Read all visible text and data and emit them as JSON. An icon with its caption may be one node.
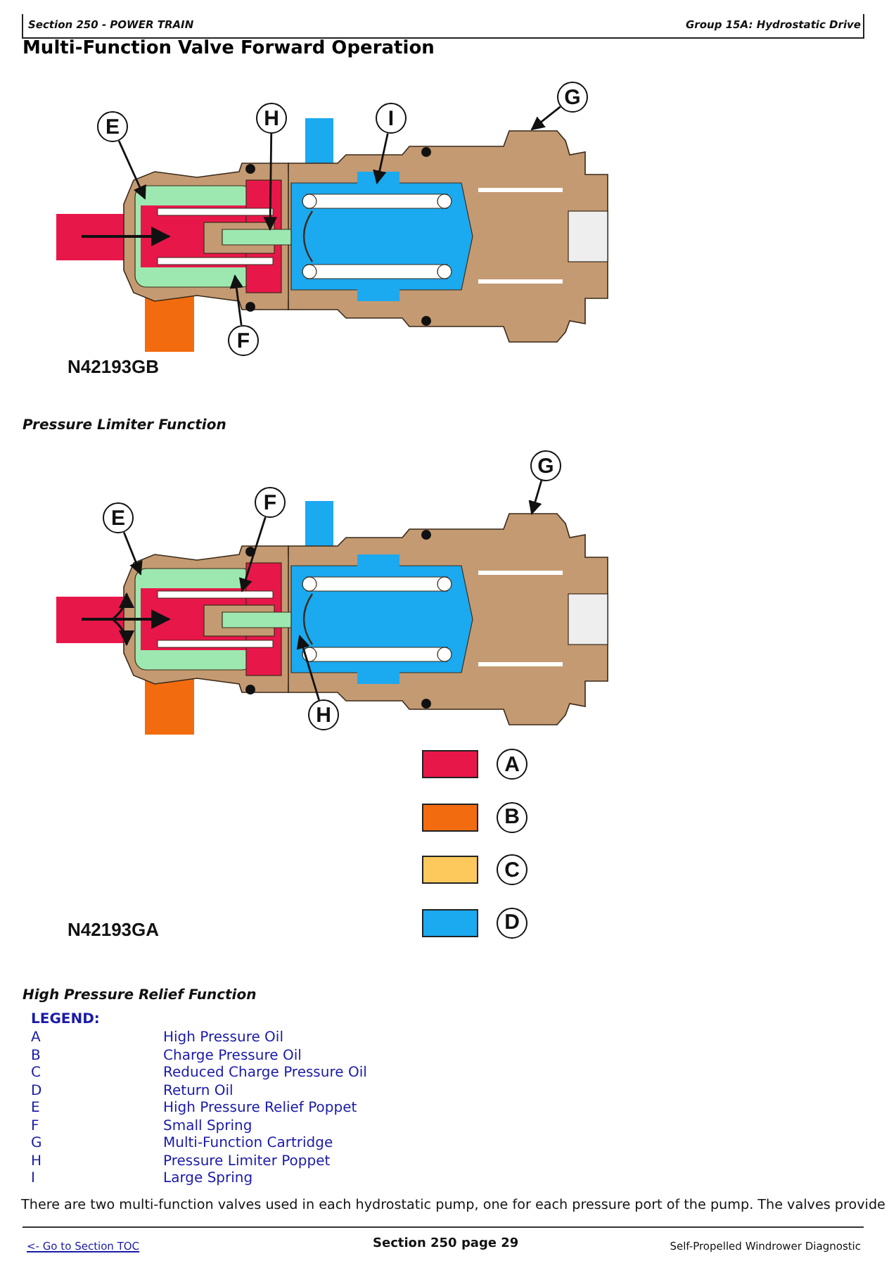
{
  "diagram": {
    "title": "Multi-Function Valve Forward Operation",
    "nodes": [
      {
        "text": [
          "E"
        ]
      },
      {
        "text": [
          "H"
        ]
      },
      {
        "text": [
          "I"
        ]
      },
      {
        "text": [
          "G"
        ]
      },
      {
        "text": [
          "F"
        ]
      },
      {
        "text": [
          "E"
        ]
      },
      {
        "text": [
          "F"
        ]
      },
      {
        "text": [
          "G"
        ]
      },
      {
        "text": [
          "H"
        ]
      }
    ],
    "edges": [
      {
        "from": 0,
        "to": null,
        "arrow": "to"
      },
      {
        "from": 1,
        "to": null,
        "arrow": "to"
      },
      {
        "from": 2,
        "to": null,
        "arrow": "to"
      },
      {
        "from": 3,
        "to": null,
        "arrow": "to"
      },
      {
        "from": 4,
        "to": null,
        "arrow": "to"
      },
      {
        "from": 5,
        "to": null,
        "arrow": "to"
      },
      {
        "from": 6,
        "to": null,
        "arrow": "to"
      },
      {
        "from": 7,
        "to": null,
        "arrow": "to"
      },
      {
        "from": 8,
        "to": null,
        "arrow": "to"
      }
    ],
    "labels": [
      "Section 250 - POWER TRAIN",
      "Group 15A: Hydrostatic Drive",
      "N42193GB",
      "Pressure Limiter Function",
      "N42193GA",
      "High Pressure Relief Function",
      "LEGEND:",
      "A",
      "High Pressure Oil",
      "B",
      "Charge Pressure Oil",
      "C",
      "Reduced Charge Pressure Oil",
      "D",
      "Return Oil",
      "E",
      "High Pressure Relief Poppet",
      "F",
      "Small Spring",
      "G",
      "Multi-Function Cartridge",
      "H",
      "Pressure Limiter Poppet",
      "I",
      "Large Spring",
      "There are two multi-function valves used in each hydrostatic pump, one for each pressure port of the pump. The valves provide",
      "<- Go to Section TOC",
      "Section 250 page 29",
      "Self-Propelled Windrower Diagnostic"
    ],
    "legend": [
      {
        "text": "A",
        "color": "#e8174a"
      },
      {
        "text": "B",
        "color": "#f26b0f"
      },
      {
        "text": "C",
        "color": "#fdc95c"
      },
      {
        "text": "D",
        "color": "#1ba9f0"
      }
    ]
  }
}
